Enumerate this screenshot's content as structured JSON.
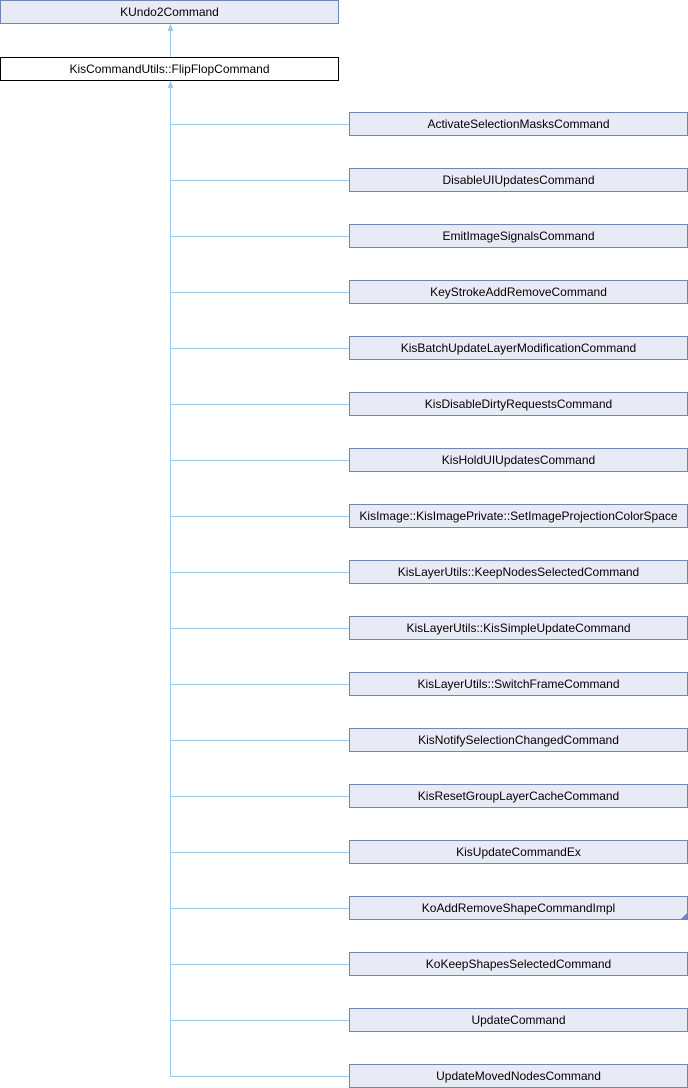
{
  "base": "KUndo2Command",
  "current": "KisCommandUtils::FlipFlopCommand",
  "children": [
    {
      "label": "ActivateSelectionMasksCommand"
    },
    {
      "label": "DisableUIUpdatesCommand"
    },
    {
      "label": "EmitImageSignalsCommand"
    },
    {
      "label": "KeyStrokeAddRemoveCommand"
    },
    {
      "label": "KisBatchUpdateLayerModificationCommand"
    },
    {
      "label": "KisDisableDirtyRequestsCommand"
    },
    {
      "label": "KisHoldUIUpdatesCommand"
    },
    {
      "label": "KisImage::KisImagePrivate::SetImageProjectionColorSpace"
    },
    {
      "label": "KisLayerUtils::KeepNodesSelectedCommand"
    },
    {
      "label": "KisLayerUtils::KisSimpleUpdateCommand"
    },
    {
      "label": "KisLayerUtils::SwitchFrameCommand"
    },
    {
      "label": "KisNotifySelectionChangedCommand"
    },
    {
      "label": "KisResetGroupLayerCacheCommand"
    },
    {
      "label": "KisUpdateCommandEx"
    },
    {
      "label": "KoAddRemoveShapeCommandImpl",
      "has_more": true
    },
    {
      "label": "KoKeepShapesSelectedCommand"
    },
    {
      "label": "UpdateCommand"
    },
    {
      "label": "UpdateMovedNodesCommand"
    }
  ],
  "colors": {
    "edge": "#9bc8e6",
    "box_border": "#6e85b8",
    "box_fill": "#e8ebf5"
  }
}
